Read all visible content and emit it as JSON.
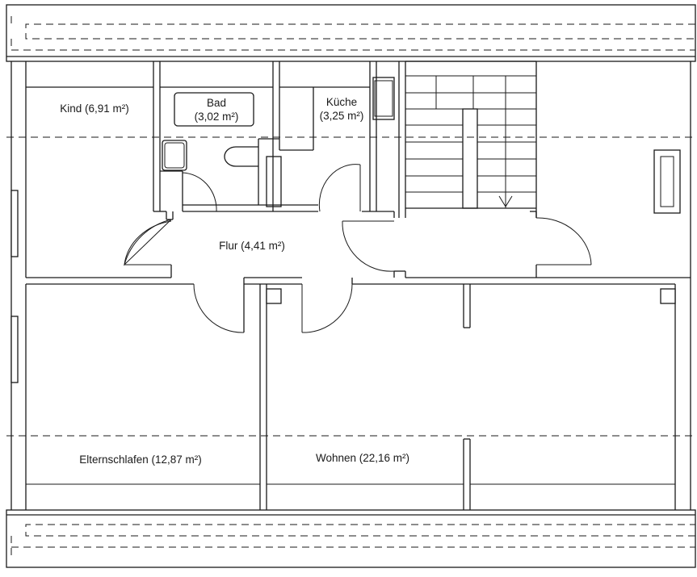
{
  "rooms": {
    "kind": "Kind (6,91 m²)",
    "bad_name": "Bad",
    "bad_area": "(3,02 m²)",
    "kueche_name": "Küche",
    "kueche_area": "(3,25 m²)",
    "flur": "Flur (4,41 m²)",
    "elternschlafen": "Elternschlafen (12,87 m²)",
    "wohnen": "Wohnen (22,16 m²)"
  }
}
